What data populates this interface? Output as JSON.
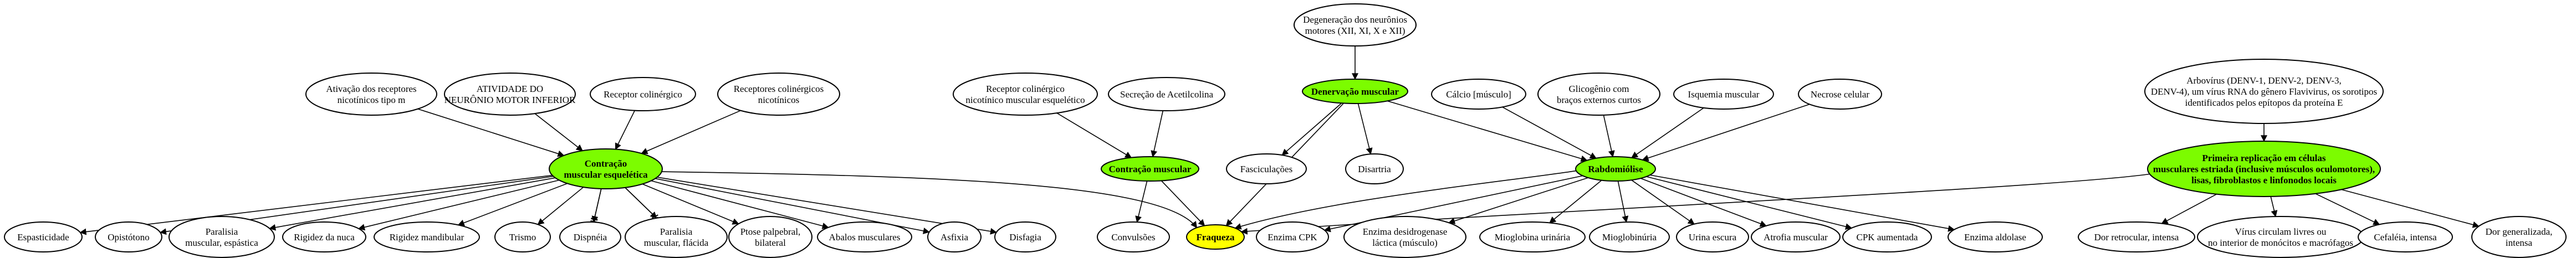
{
  "colors": {
    "node_fill": "#ffffff",
    "highlight_green": "#7cfc00",
    "highlight_yellow": "#ffff00",
    "stroke": "#000000"
  },
  "nodes": {
    "ativacao_receptores": [
      "Ativação dos receptores",
      "nicotínicos tipo m"
    ],
    "atividade_neuronio": [
      "ATIVIDADE DO",
      "NEURÔNIO MOTOR INFERIOR"
    ],
    "receptor_colinergico": [
      "Receptor colinérgico"
    ],
    "receptores_colinergicos_nicotinicos": [
      "Receptores colinérgicos",
      "nicotínicos"
    ],
    "contracao_esqueletica": [
      "Contração",
      "muscular esquelética"
    ],
    "espasticidade": [
      "Espasticidade"
    ],
    "opistotono": [
      "Opistótono"
    ],
    "paralisia_espastica": [
      "Paralisia",
      "muscular, espástica"
    ],
    "rigidez_nuca": [
      "Rigidez da nuca"
    ],
    "rigidez_mandibular": [
      "Rigidez mandibular"
    ],
    "trismo": [
      "Trismo"
    ],
    "dispneia": [
      "Dispnéia"
    ],
    "paralisia_flacida": [
      "Paralisia",
      "muscular, flácida"
    ],
    "ptose": [
      "Ptose palpebral,",
      "bilateral"
    ],
    "abalos": [
      "Abalos musculares"
    ],
    "asfixia": [
      "Asfixia"
    ],
    "disfagia": [
      "Disfagia"
    ],
    "receptor_nicotinico_esqueletico": [
      "Receptor colinérgico",
      "nicotínico muscular esquelético"
    ],
    "secrecao_acetilcolina": [
      "Secreção de Acetilcolina"
    ],
    "contracao_muscular": [
      "Contração muscular"
    ],
    "convulsoes": [
      "Convulsões"
    ],
    "fraqueza": [
      "Fraqueza"
    ],
    "degeneracao": [
      "Degeneração dos neurônios",
      "motores (XII, XI, X e XII)"
    ],
    "denervacao": [
      "Denervação muscular"
    ],
    "fasciculacoes": [
      "Fasciculações"
    ],
    "disartria": [
      "Disartria"
    ],
    "calcio": [
      "Cálcio [músculo]"
    ],
    "glicogenio": [
      "Glicogênio com",
      "braços externos curtos"
    ],
    "isquemia": [
      "Isquemia muscular"
    ],
    "necrose": [
      "Necrose celular"
    ],
    "rabdomiolise": [
      "Rabdomiólise"
    ],
    "enzima_cpk": [
      "Enzima CPK"
    ],
    "enzima_desidrogenase": [
      "Enzima desidrogenase",
      "láctica (músculo)"
    ],
    "mioglobina_urinaria": [
      "Mioglobina urinária"
    ],
    "mioglobinuria": [
      "Mioglobinúria"
    ],
    "urina_escura": [
      "Urina escura"
    ],
    "atrofia": [
      "Atrofia muscular"
    ],
    "cpk_aumentada": [
      "CPK aumentada"
    ],
    "enzima_aldolase": [
      "Enzima aldolase"
    ],
    "arbovirus": [
      "Arbovírus (DENV-1, DENV-2, DENV-3,",
      "DENV-4), um vírus RNA do gênero Flavivirus, os sorotipos",
      "identificados pelos epítopos da proteína E"
    ],
    "primeira_replicacao": [
      "Primeira replicação em células",
      "musculares estriada (inclusive músculos oculomotores),",
      "lisas, fibroblastos e linfonodos locais"
    ],
    "dor_retroocular": [
      "Dor retrocular, intensa"
    ],
    "virus_circulam": [
      "Vírus circulam livres ou",
      "no interior de monócitos e macrófagos"
    ],
    "cefaleia": [
      "Cefaléia, intensa"
    ],
    "dor_generalizada": [
      "Dor generalizada,",
      "intensa"
    ]
  }
}
